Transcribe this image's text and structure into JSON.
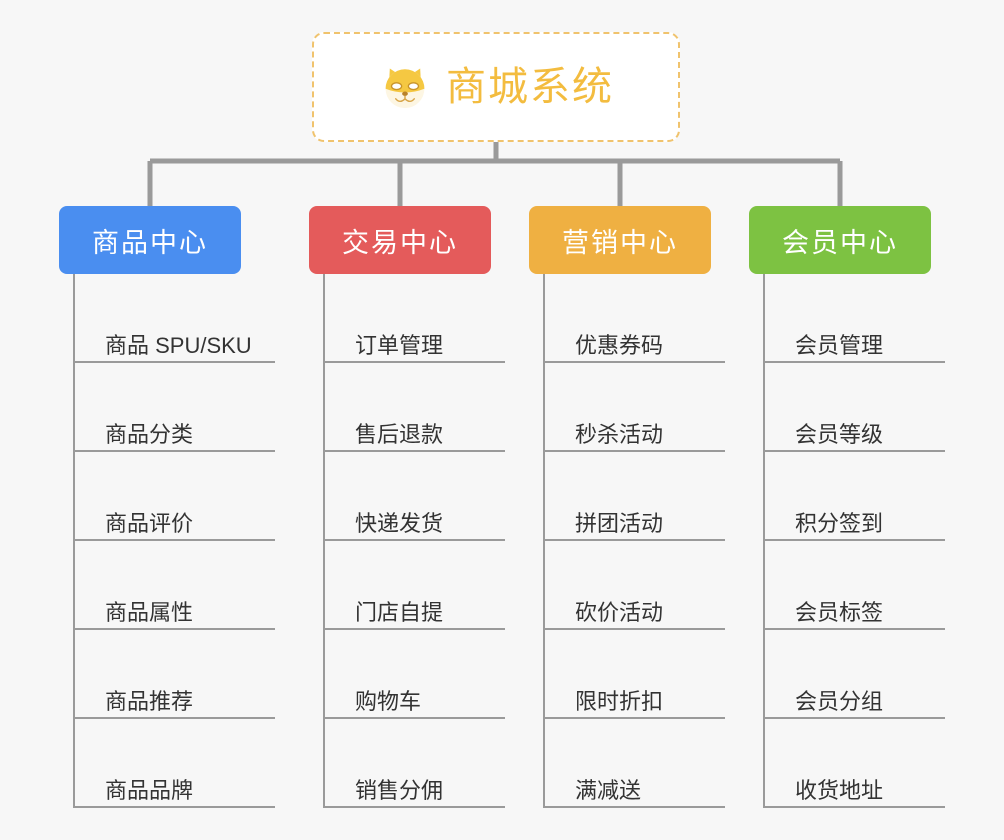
{
  "diagram": {
    "type": "org-chart",
    "background_color": "#f7f7f7",
    "line_color": "#9a9a9a",
    "root": {
      "icon": "dog-face-emoji",
      "title": "商城系统",
      "title_color": "#f3bc3f",
      "border_color": "#f0c36d",
      "background_color": "#ffffff"
    },
    "branches": [
      {
        "label": "商品中心",
        "color": "#4a8ef0",
        "items": [
          "商品 SPU/SKU",
          "商品分类",
          "商品评价",
          "商品属性",
          "商品推荐",
          "商品品牌"
        ]
      },
      {
        "label": "交易中心",
        "color": "#e45b5b",
        "items": [
          "订单管理",
          "售后退款",
          "快递发货",
          "门店自提",
          "购物车",
          "销售分佣"
        ]
      },
      {
        "label": "营销中心",
        "color": "#efb042",
        "items": [
          "优惠券码",
          "秒杀活动",
          "拼团活动",
          "砍价活动",
          "限时折扣",
          "满减送"
        ]
      },
      {
        "label": "会员中心",
        "color": "#7dc242",
        "items": [
          "会员管理",
          "会员等级",
          "积分签到",
          "会员标签",
          "会员分组",
          "收货地址"
        ]
      }
    ]
  }
}
